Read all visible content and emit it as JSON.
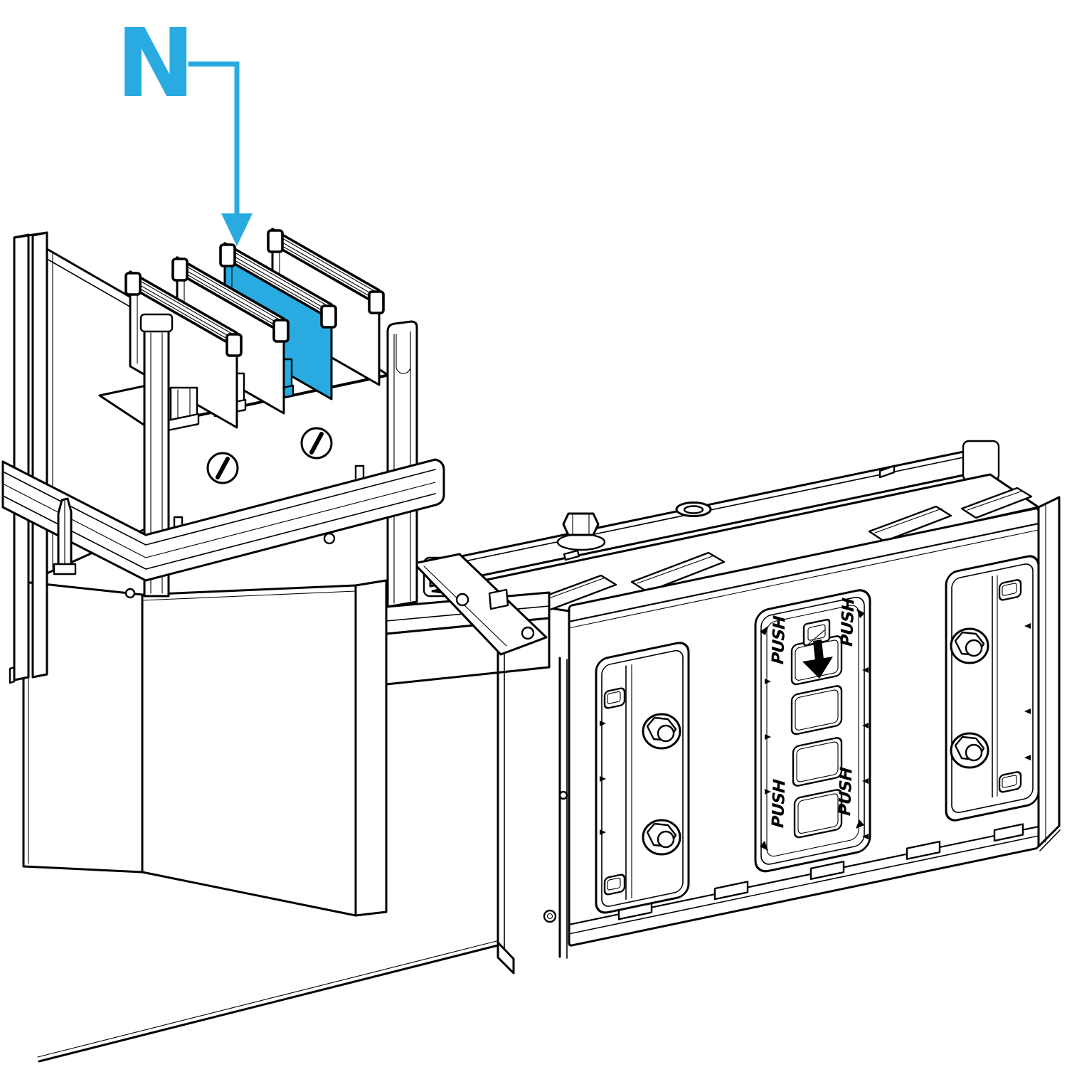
{
  "annotation": {
    "label": "N"
  },
  "push_panel": {
    "labels": [
      "PUSH",
      "PUSH",
      "PUSH",
      "PUSH"
    ]
  },
  "colors": {
    "accent": "#29ABE2",
    "line": "#000000",
    "background": "#FFFFFF",
    "highlighted_busbar_fill": "#29ABE2"
  },
  "icons": {
    "leader_arrow": "down-arrow",
    "latch_arrow": "down-arrow",
    "panel_screws": "slotted-screw",
    "panel_bolts": "hex-bolt",
    "top_bolt": "hex-bolt",
    "top_hole": "countersunk-hole"
  }
}
